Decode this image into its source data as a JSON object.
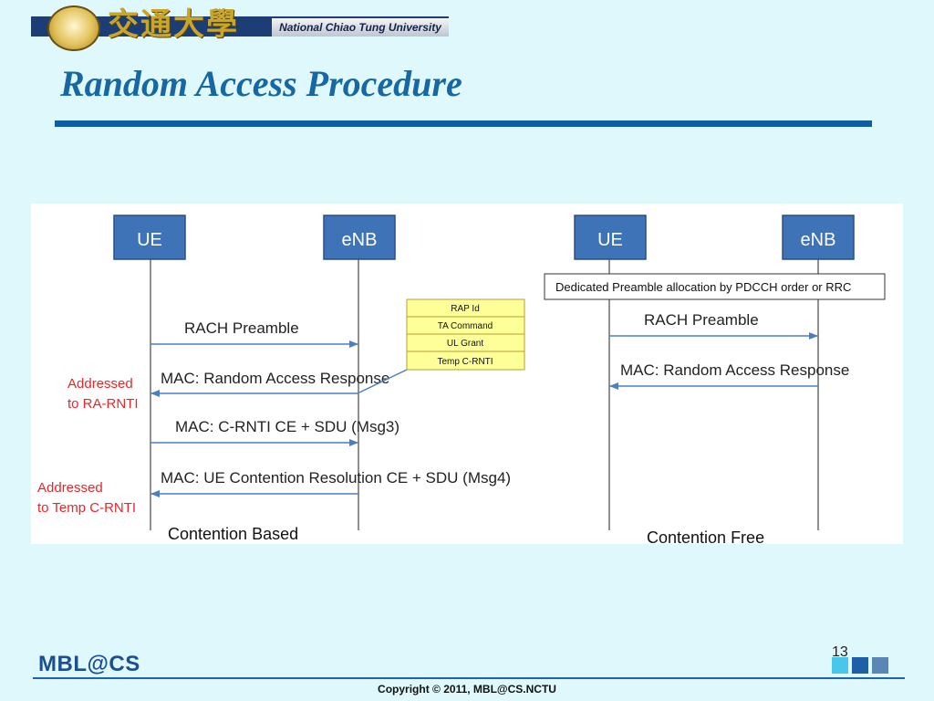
{
  "header": {
    "logo_chinese": "交通大學",
    "logo_english": "National Chiao Tung University"
  },
  "title": "Random Access Procedure",
  "diagram": {
    "contention_based": {
      "ue_label": "UE",
      "enb_label": "eNB",
      "messages": [
        "RACH Preamble",
        "MAC: Random Access Response",
        "MAC: C-RNTI CE + SDU (Msg3)",
        "MAC: UE Contention Resolution CE + SDU (Msg4)"
      ],
      "notes": [
        [
          "Addressed",
          "to RA-RNTI"
        ],
        [
          "Addressed",
          "to Temp C-RNTI"
        ]
      ],
      "rar_fields": [
        "RAP Id",
        "TA Command",
        "UL Grant",
        "Temp C-RNTI"
      ],
      "caption": "Contention Based"
    },
    "contention_free": {
      "ue_label": "UE",
      "enb_label": "eNB",
      "allocation_note": "Dedicated Preamble allocation by PDCCH order or RRC",
      "messages": [
        "RACH Preamble",
        "MAC: Random Access Response"
      ],
      "caption": "Contention Free"
    },
    "colors": {
      "entity_box": "#3e73b8",
      "arrow": "#4a7fc0",
      "note_red": "#e8262a",
      "rar_box": "#ffff99"
    }
  },
  "footer": {
    "logo": "MBL@CS",
    "page_number": "13",
    "copyright": "Copyright © 2011, MBL@CS.NCTU",
    "square_colors": [
      "#48c7ea",
      "#1e5fa8",
      "#5a87b6"
    ]
  }
}
